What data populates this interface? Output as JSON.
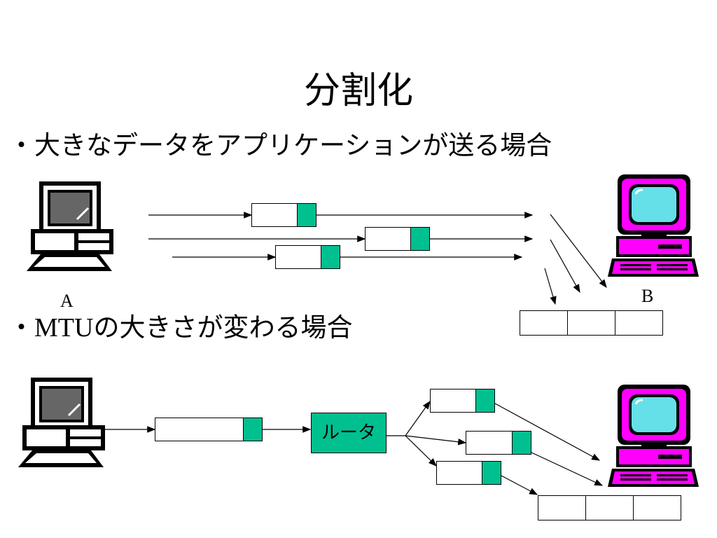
{
  "title": "分割化",
  "section1": {
    "bullet": "・",
    "text": "大きなデータをアプリケーションが送る場合"
  },
  "section2": {
    "bullet": "・",
    "latin": "MTU",
    "text": "の大きさが変わる場合"
  },
  "labels": {
    "host_a": "A",
    "host_b": "B"
  },
  "router": {
    "label": "ルータ"
  },
  "colors": {
    "packet_header": "#00c090",
    "receiver_pc": "#ff00ff",
    "receiver_screen": "#66e0e8",
    "sender_screen": "#666666"
  },
  "icons": [
    "sender-computer-icon",
    "receiver-computer-icon"
  ]
}
